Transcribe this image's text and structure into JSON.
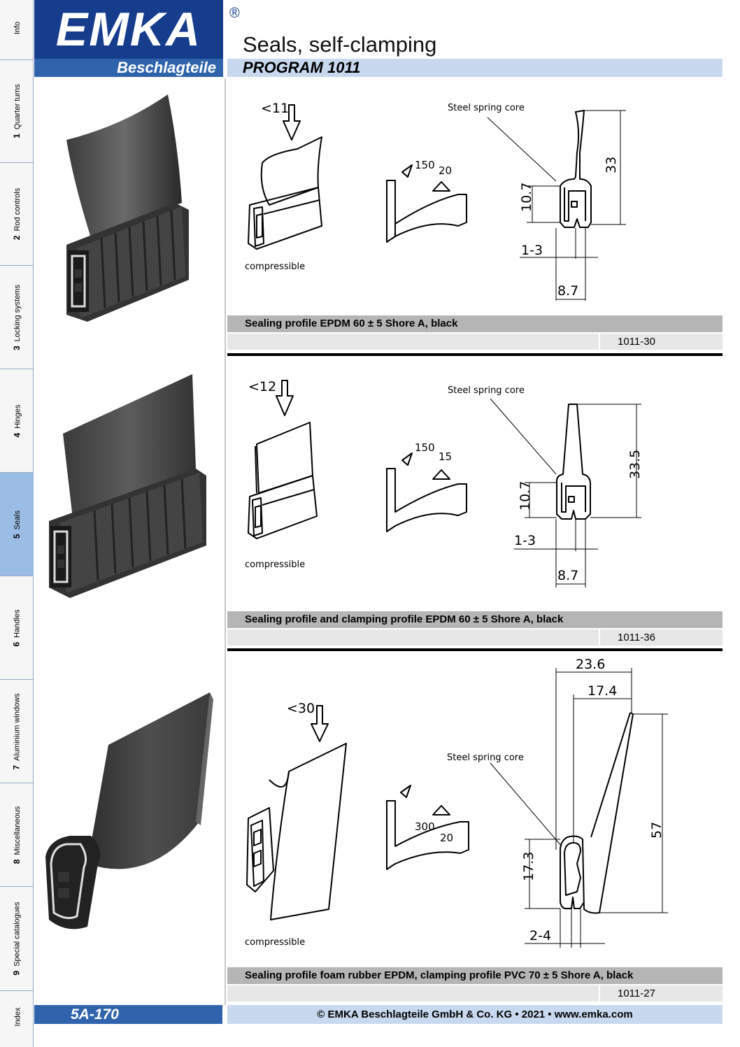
{
  "tabs": [
    {
      "num": "",
      "label": "Info",
      "active": false
    },
    {
      "num": "1",
      "label": "Quarter turns",
      "active": false
    },
    {
      "num": "2",
      "label": "Rod controls",
      "active": false
    },
    {
      "num": "3",
      "label": "Locking systems",
      "active": false
    },
    {
      "num": "4",
      "label": "Hinges",
      "active": false
    },
    {
      "num": "5",
      "label": "Seals",
      "active": true
    },
    {
      "num": "6",
      "label": "Handles",
      "active": false
    },
    {
      "num": "7",
      "label": "Aluminium windows",
      "active": false
    },
    {
      "num": "8",
      "label": "Miscellaneous",
      "active": false
    },
    {
      "num": "9",
      "label": "Special catalogues",
      "active": false
    },
    {
      "num": "",
      "label": "Index",
      "active": false
    }
  ],
  "header": {
    "logo": "EMKA",
    "logo_sub": "Beschlagteile",
    "registered": "®",
    "title": "Seals, self-clamping",
    "program": "PROGRAM 1011"
  },
  "colors": {
    "brand_navy": "#163c8c",
    "brand_blue": "#2f64ad",
    "light_blue": "#c8d9ef",
    "active_tab": "#9bbce4",
    "section_gray": "#b5b5b5"
  },
  "sections": [
    {
      "callout": "Steel spring core",
      "compressible": "compressible",
      "clamp_range": "<11",
      "angle_a": "150",
      "angle_b": "20",
      "height": "33",
      "clamp_height": "10.7",
      "grip": "1-3",
      "width": "8.7",
      "description": "Sealing profile EPDM 60 ± 5 Shore A, black",
      "code": "1011-30"
    },
    {
      "callout": "Steel spring core",
      "compressible": "compressible",
      "clamp_range": "<12",
      "angle_a": "150",
      "angle_b": "15",
      "height": "33.5",
      "clamp_height": "10.7",
      "grip": "1-3",
      "width": "8.7",
      "description": "Sealing profile and clamping profile EPDM 60 ± 5 Shore A, black",
      "code": "1011-36"
    },
    {
      "callout": "Steel spring core",
      "compressible": "compressible",
      "clamp_range": "<30",
      "angle_a": "300",
      "angle_b": "20",
      "height": "57",
      "clamp_height": "17.3",
      "grip": "2-4",
      "width_total": "23.6",
      "width_lip": "17.4",
      "description": "Sealing profile foam rubber EPDM, clamping profile PVC 70 ± 5 Shore A, black",
      "code": "1011-27"
    }
  ],
  "footer": {
    "page": "5A-170",
    "copyright": "© EMKA Beschlagteile GmbH & Co. KG • 2021 • www.emka.com"
  }
}
